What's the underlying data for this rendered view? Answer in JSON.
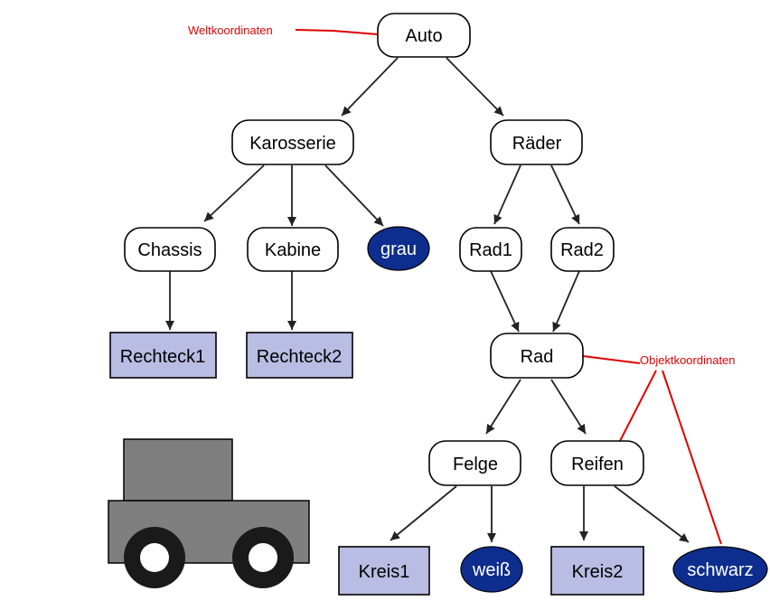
{
  "annotations": {
    "world": "Weltkoordinaten",
    "object": "Objektkoordinaten"
  },
  "nodes": {
    "auto": "Auto",
    "karosserie": "Karosserie",
    "raeder": "Räder",
    "chassis": "Chassis",
    "kabine": "Kabine",
    "grau": "grau",
    "rad1": "Rad1",
    "rad2": "Rad2",
    "rechteck1": "Rechteck1",
    "rechteck2": "Rechteck2",
    "rad": "Rad",
    "felge": "Felge",
    "reifen": "Reifen",
    "kreis1": "Kreis1",
    "weiss": "weiß",
    "kreis2": "Kreis2",
    "schwarz": "schwarz"
  },
  "colors": {
    "attribute_fill": "#0d2e8e",
    "primitive_fill": "#b9bde3",
    "annotation": "#e00000",
    "car_body": "#7f7f7f",
    "wheel": "#1a1a1a"
  }
}
